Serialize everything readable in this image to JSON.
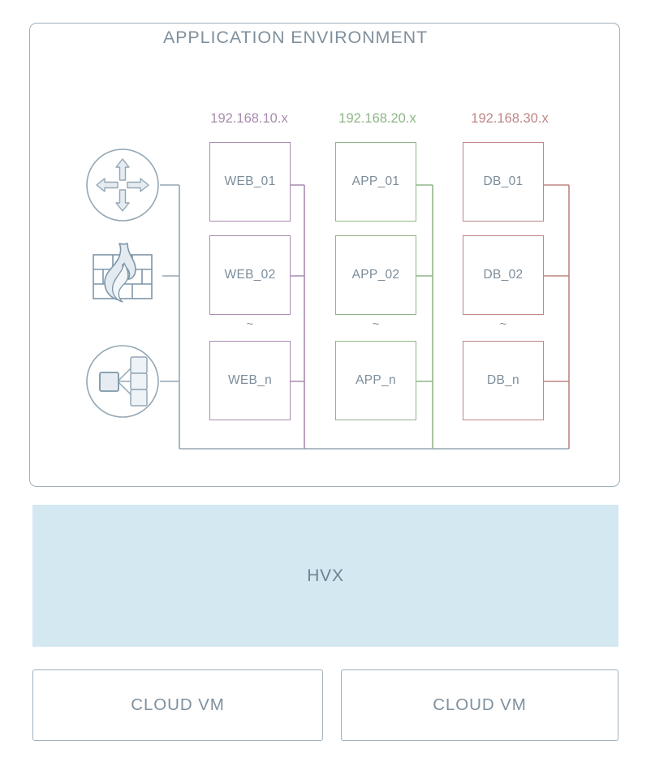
{
  "diagram": {
    "title": "APPLICATION ENVIRONMENT",
    "type": "infrastructure-architecture"
  },
  "subnets": [
    {
      "id": "web",
      "label": "192.168.10.x",
      "color": "#a98bb0"
    },
    {
      "id": "app",
      "label": "192.168.20.x",
      "color": "#8fb588"
    },
    {
      "id": "db",
      "label": "192.168.30.x",
      "color": "#bd8684"
    }
  ],
  "tiers": {
    "web": {
      "nodes": [
        {
          "label": "WEB_01"
        },
        {
          "label": "WEB_02"
        },
        {
          "label": "WEB_n"
        }
      ],
      "ellipsis": "~"
    },
    "app": {
      "nodes": [
        {
          "label": "APP_01"
        },
        {
          "label": "APP_02"
        },
        {
          "label": "APP_n"
        }
      ],
      "ellipsis": "~"
    },
    "db": {
      "nodes": [
        {
          "label": "DB_01"
        },
        {
          "label": "DB_02"
        },
        {
          "label": "DB_n"
        }
      ],
      "ellipsis": "~"
    }
  },
  "devices": [
    {
      "id": "router",
      "icon": "router-icon"
    },
    {
      "id": "firewall",
      "icon": "firewall-icon"
    },
    {
      "id": "loadbalancer",
      "icon": "load-balancer-icon"
    }
  ],
  "hvx": {
    "label": "HVX",
    "color": "#d4e8f2"
  },
  "cloud_vms": [
    {
      "label": "CLOUD VM"
    },
    {
      "label": "CLOUD VM"
    }
  ],
  "colors": {
    "frame": "#9fb0bd",
    "text": "#7f909e",
    "web": "#a98bb0",
    "app": "#8fb588",
    "db": "#bd8684",
    "hvx_fill": "#d4e8f2",
    "background": "#ffffff"
  }
}
